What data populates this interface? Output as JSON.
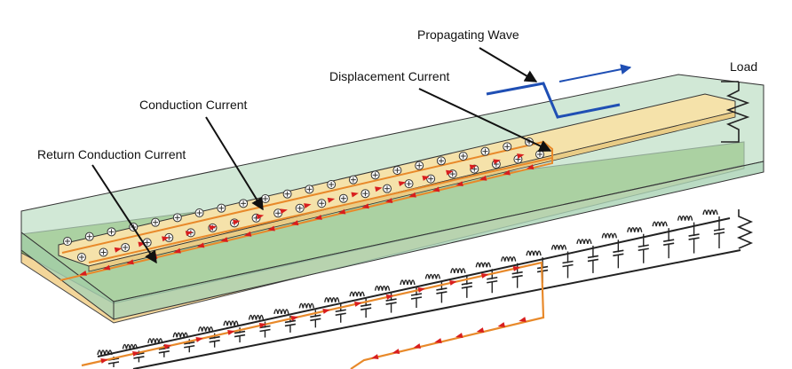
{
  "labels": {
    "propagating_wave": "Propagating Wave",
    "displacement_current": "Displacement Current",
    "conduction_current": "Conduction Current",
    "return_conduction_current": "Return Conduction Current",
    "load": "Load"
  },
  "colors": {
    "dielectric_top": "#b9dcc0",
    "dielectric_side": "#a9d2b4",
    "ground_plane": "#93bd6a",
    "substrate_edge": "#f3d69a",
    "trace": "#f5e2aa",
    "current_path": "#e8892a",
    "arrow_red": "#d81e1e",
    "wave": "#1f4fb4",
    "circuit": "#222222"
  }
}
